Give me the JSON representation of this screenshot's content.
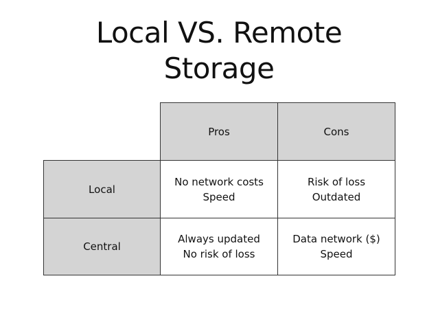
{
  "title": {
    "line1": "Local VS. Remote",
    "line2": "Storage"
  },
  "table": {
    "columns": [
      "Pros",
      "Cons"
    ],
    "rows": [
      {
        "label": "Local",
        "pros": [
          "No network costs",
          "Speed"
        ],
        "cons": [
          "Risk of loss",
          "Outdated"
        ]
      },
      {
        "label": "Central",
        "pros": [
          "Always updated",
          "No risk of loss"
        ],
        "cons": [
          "Data network ($)",
          "Speed"
        ]
      }
    ]
  },
  "colors": {
    "header_fill": "#d4d4d4",
    "border": "#333333",
    "text": "#111111"
  }
}
